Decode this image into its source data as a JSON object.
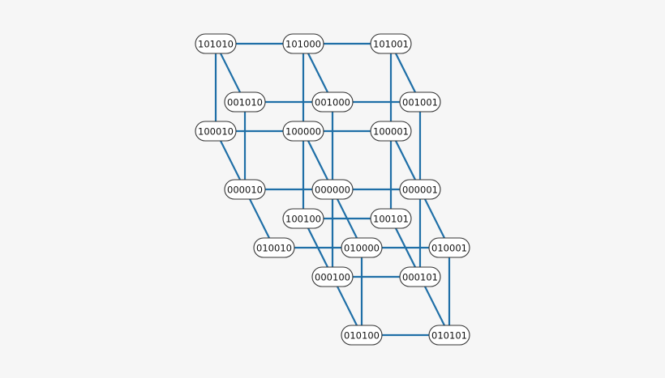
{
  "graph": {
    "edge_color": "#1f6fa7",
    "node_fill": "#ffffff",
    "node_stroke": "#333333",
    "background": "#f6f6f6",
    "nodes": [
      "101010",
      "101000",
      "101001",
      "001010",
      "001000",
      "001001",
      "100010",
      "100000",
      "100001",
      "000010",
      "000000",
      "000001",
      "100100",
      "100101",
      "010010",
      "010000",
      "010001",
      "000100",
      "000101",
      "010100",
      "010101"
    ],
    "edges": [
      [
        "101010",
        "101000"
      ],
      [
        "101000",
        "101001"
      ],
      [
        "101010",
        "100010"
      ],
      [
        "101000",
        "100000"
      ],
      [
        "101001",
        "100001"
      ],
      [
        "101010",
        "001010"
      ],
      [
        "101000",
        "001000"
      ],
      [
        "101001",
        "001001"
      ],
      [
        "001010",
        "001000"
      ],
      [
        "001000",
        "001001"
      ],
      [
        "001010",
        "000010"
      ],
      [
        "001000",
        "000000"
      ],
      [
        "001001",
        "000001"
      ],
      [
        "100010",
        "100000"
      ],
      [
        "100000",
        "100001"
      ],
      [
        "100010",
        "000010"
      ],
      [
        "100000",
        "000000"
      ],
      [
        "100001",
        "000001"
      ],
      [
        "100000",
        "100100"
      ],
      [
        "100001",
        "100101"
      ],
      [
        "100100",
        "100101"
      ],
      [
        "000010",
        "000000"
      ],
      [
        "000000",
        "000001"
      ],
      [
        "000010",
        "010010"
      ],
      [
        "000000",
        "010000"
      ],
      [
        "000001",
        "010001"
      ],
      [
        "000000",
        "000100"
      ],
      [
        "000001",
        "000101"
      ],
      [
        "100100",
        "000100"
      ],
      [
        "100101",
        "000101"
      ],
      [
        "010010",
        "010000"
      ],
      [
        "010000",
        "010001"
      ],
      [
        "000100",
        "000101"
      ],
      [
        "010000",
        "010100"
      ],
      [
        "010001",
        "010101"
      ],
      [
        "000100",
        "010100"
      ],
      [
        "000101",
        "010101"
      ],
      [
        "010100",
        "010101"
      ]
    ]
  }
}
